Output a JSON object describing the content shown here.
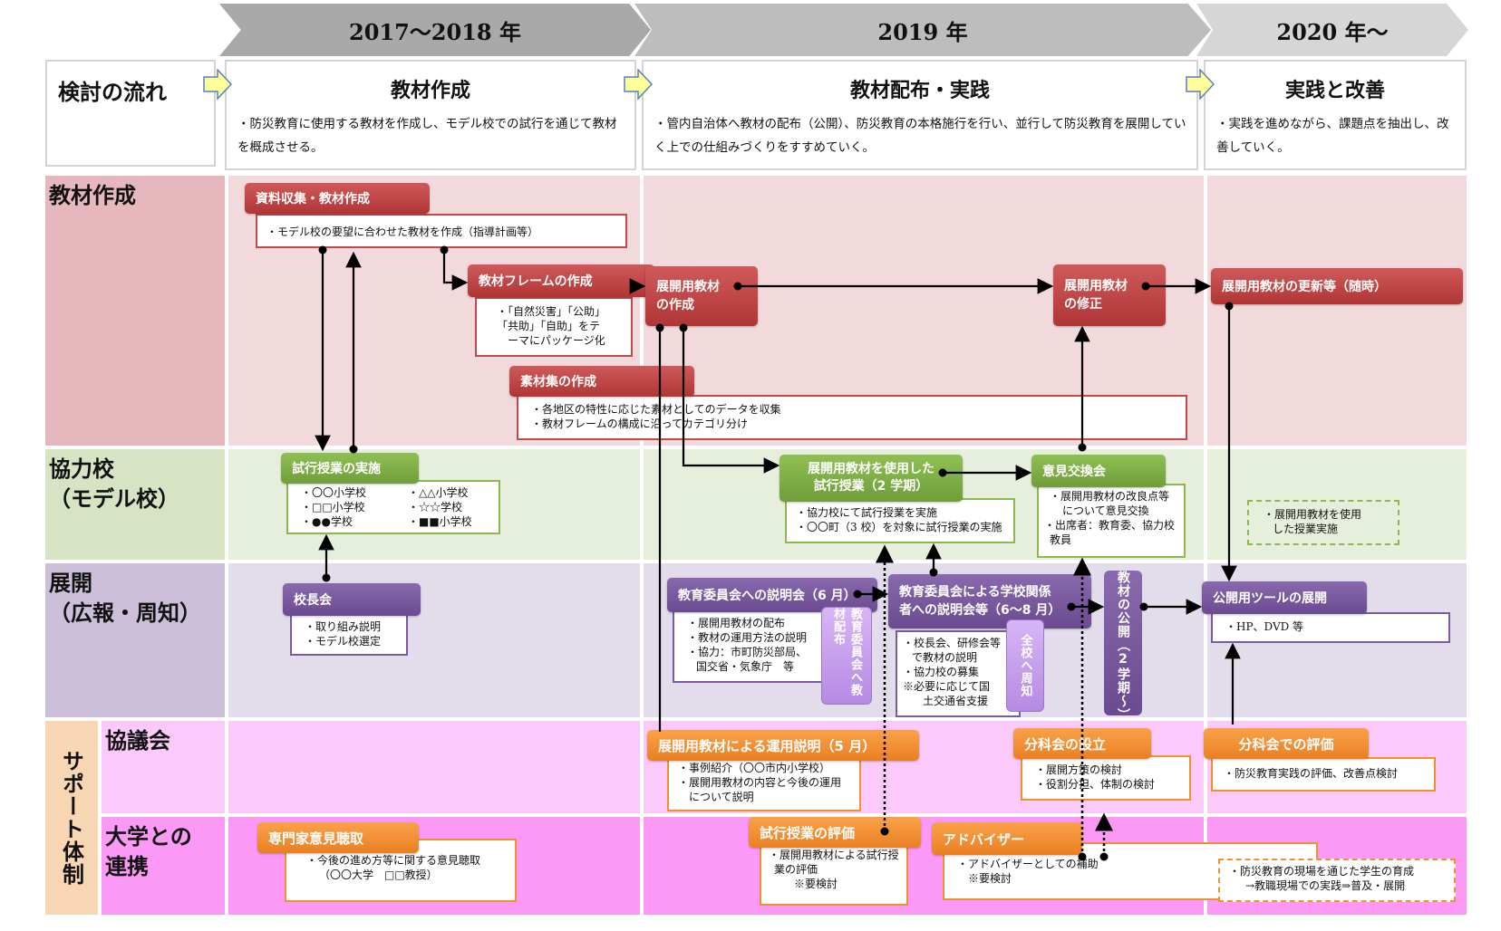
{
  "timeline": {
    "years": [
      "2017〜2018 年",
      "2019 年",
      "2020 年〜"
    ]
  },
  "flow": {
    "label": "検討の流れ",
    "phases": [
      {
        "title": "教材作成",
        "desc": "・防災教育に使用する教材を作成し、モデル校での試行を通じて教材を概成させる。"
      },
      {
        "title": "教材配布・実践",
        "desc": "・管内自治体へ教材の配布（公開）、防災教育の本格施行を行い、並行して防災教育を展開していく上での仕組みづくりをすすめていく。"
      },
      {
        "title": "実践と改善",
        "desc": "・実践を進めながら、課題点を抽出し、改善していく。"
      }
    ]
  },
  "lanes": {
    "material": "教材作成",
    "school_1": "協力校",
    "school_2": "（モデル校）",
    "deploy_1": "展開",
    "deploy_2": "（広報・周知）",
    "support": "サポート体制",
    "council": "協議会",
    "univ_1": "大学との",
    "univ_2": "連携"
  },
  "material": {
    "collect": {
      "title": "資料収集・教材作成",
      "body": "・モデル校の要望に合わせた教材を作成（指導計画等）"
    },
    "frame": {
      "title": "教材フレームの作成",
      "body": [
        "・「自然災害」「公助」",
        "「共助」「自助」をテ",
        "ーマにパッケージ化"
      ]
    },
    "deploy_make": {
      "title_1": "展開用教材",
      "title_2": "の作成"
    },
    "assets": {
      "title": "素材集の作成",
      "body": [
        "・各地区の特性に応じた素材としてのデータを収集",
        "・教材フレームの構成に沿ってカテゴリ分け"
      ]
    },
    "revise": {
      "title_1": "展開用教材",
      "title_2": "の修正"
    },
    "update": {
      "title": "展開用教材の更新等（随時）"
    }
  },
  "school": {
    "trial": {
      "title": "試行授業の実施",
      "schools": [
        "・〇〇小学校",
        "・△△小学校",
        "・□□小学校",
        "・☆☆学校",
        "・●●学校",
        "・■■小学校"
      ]
    },
    "trial2": {
      "title_1": "展開用教材を使用した",
      "title_2": "試行授業（2 学期）",
      "body": [
        "・協力校にて試行授業を実施",
        "・〇〇町（3 校）を対象に試行授業の実施"
      ]
    },
    "exchange": {
      "title": "意見交換会",
      "body": [
        "・展開用教材の改良点等",
        "について意見交換",
        "・出席者：教育委、協力校",
        "教員"
      ]
    },
    "future": {
      "body": [
        "・展開用教材を使用",
        "した授業実施"
      ]
    }
  },
  "deploy": {
    "principals": {
      "title": "校長会",
      "body": [
        "・取り組み説明",
        "・モデル校選定"
      ]
    },
    "board_brief": {
      "title": "教育委員会への説明会（6 月）",
      "body": [
        "・展開用教材の配布",
        "・教材の運用方法の説明",
        "・協力：市町防災部局、",
        "国交省・気象庁　等"
      ]
    },
    "board_tag": "教育委員会へ教材配布",
    "school_brief": {
      "title_1": "教育委員会による学校関係",
      "title_2": "者への説明会等（6〜8 月）",
      "body": [
        "・校長会、研修会等",
        "で教材の説明",
        "・協力校の募集",
        "※必要に応じて国",
        "土交通省支援"
      ]
    },
    "all_tag": "全校へ周知",
    "publish": "教材の公開（2学期〜）",
    "tools": {
      "title": "公開用ツールの展開",
      "body": "・HP、DVD 等"
    }
  },
  "council": {
    "explain": {
      "title": "展開用教材による運用説明（5 月）",
      "body": [
        "・事例紹介（〇〇市内小学校）",
        "・展開用教材の内容と今後の運用",
        "について説明"
      ]
    },
    "subcommittee": {
      "title": "分科会の設立",
      "body": [
        "・展開方策の検討",
        "・役割分担、体制の検討"
      ]
    },
    "evaluation": {
      "title": "分科会での評価",
      "body": "・防災教育実践の評価、改善点検討"
    }
  },
  "university": {
    "experts": {
      "title": "専門家意見聴取",
      "body": [
        "・今後の進め方等に関する意見聴取",
        "（〇〇大学　□□教授）"
      ]
    },
    "trial_eval": {
      "title": "試行授業の評価",
      "body": [
        "・展開用教材による試行授",
        "業の評価",
        "※要検討"
      ]
    },
    "advisor": {
      "title": "アドバイザー",
      "body": [
        "・アドバイザーとしての補助",
        "※要検討"
      ]
    },
    "students": {
      "body": [
        "・防災教育の現場を通じた学生の育成",
        "→教職現場での実践⇒普及・展開"
      ]
    }
  },
  "colors": {
    "red_lane": "#f2dadc",
    "green_lane": "#e6efdc",
    "purple_lane": "#e3dcea",
    "council_lane": "#fcc9fb",
    "univ_lane": "#fc99f7",
    "support_label": "#f9d6b3"
  }
}
